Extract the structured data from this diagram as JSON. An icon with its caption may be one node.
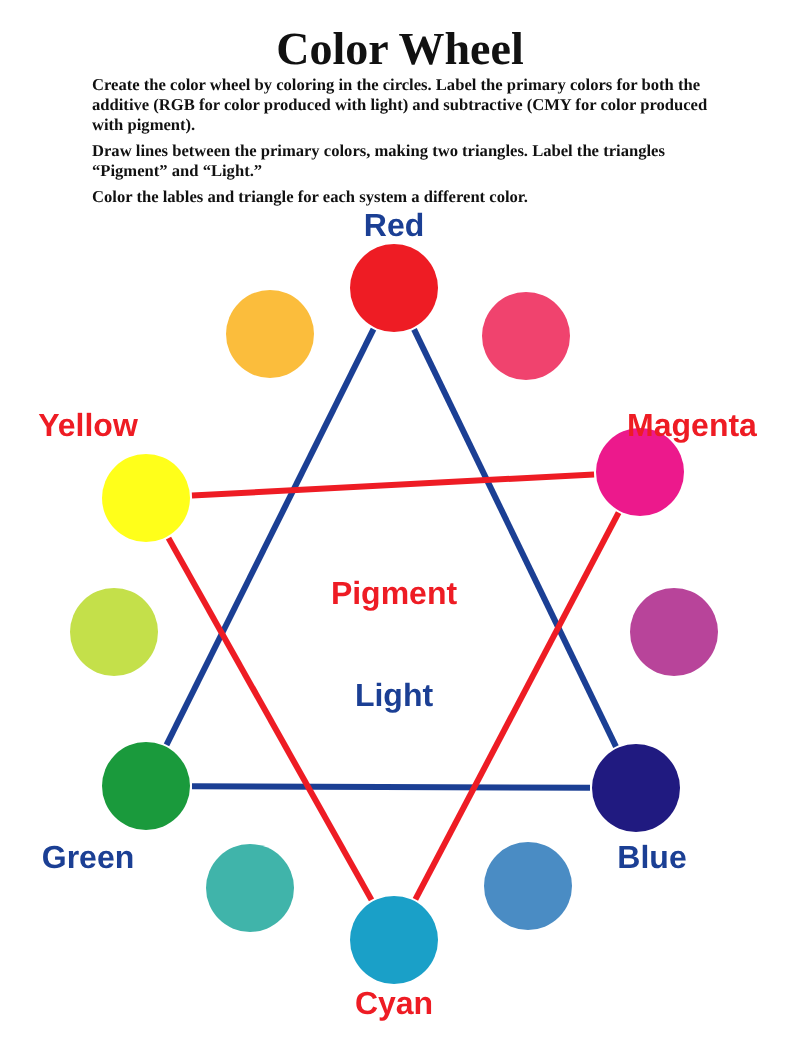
{
  "diagram": {
    "title": "Color Wheel",
    "nodes": [
      {
        "text": [],
        "shape": "circle",
        "beside": [
          "Red"
        ]
      },
      {
        "text": [],
        "shape": "circle"
      },
      {
        "text": [],
        "shape": "circle",
        "beside": [
          "Magenta"
        ]
      },
      {
        "text": [],
        "shape": "circle"
      },
      {
        "text": [],
        "shape": "circle",
        "beside": [
          "Blue"
        ]
      },
      {
        "text": [],
        "shape": "circle"
      },
      {
        "text": [],
        "shape": "circle",
        "beside": [
          "Cyan"
        ]
      },
      {
        "text": [],
        "shape": "circle"
      },
      {
        "text": [],
        "shape": "circle",
        "beside": [
          "Green"
        ]
      },
      {
        "text": [],
        "shape": "circle"
      },
      {
        "text": [],
        "shape": "circle",
        "beside": [
          "Yellow"
        ]
      },
      {
        "text": [],
        "shape": "circle"
      }
    ],
    "edges": [
      {
        "from": 0,
        "to": 8,
        "arrow": "none",
        "color": "#1b3f94"
      },
      {
        "from": 8,
        "to": 4,
        "arrow": "none",
        "color": "#1b3f94"
      },
      {
        "from": 4,
        "to": 0,
        "arrow": "none",
        "color": "#1b3f94"
      },
      {
        "from": 10,
        "to": 2,
        "arrow": "none",
        "color": "#ee1c24"
      },
      {
        "from": 2,
        "to": 6,
        "arrow": "none",
        "color": "#ee1c24"
      },
      {
        "from": 6,
        "to": 10,
        "arrow": "none",
        "color": "#ee1c24"
      }
    ],
    "labels": [
      "Create the color wheel by coloring in the circles. Label the primary colors for both the additive (RGB for color produced with light) and subtractive (CMY for color produced with pigment).",
      "Draw lines between the primary colors, making two triangles. Label the triangles “Pigment” and “Light.”",
      "Color the lables and triangle for each system a different color.",
      "Pigment",
      "Light"
    ]
  }
}
